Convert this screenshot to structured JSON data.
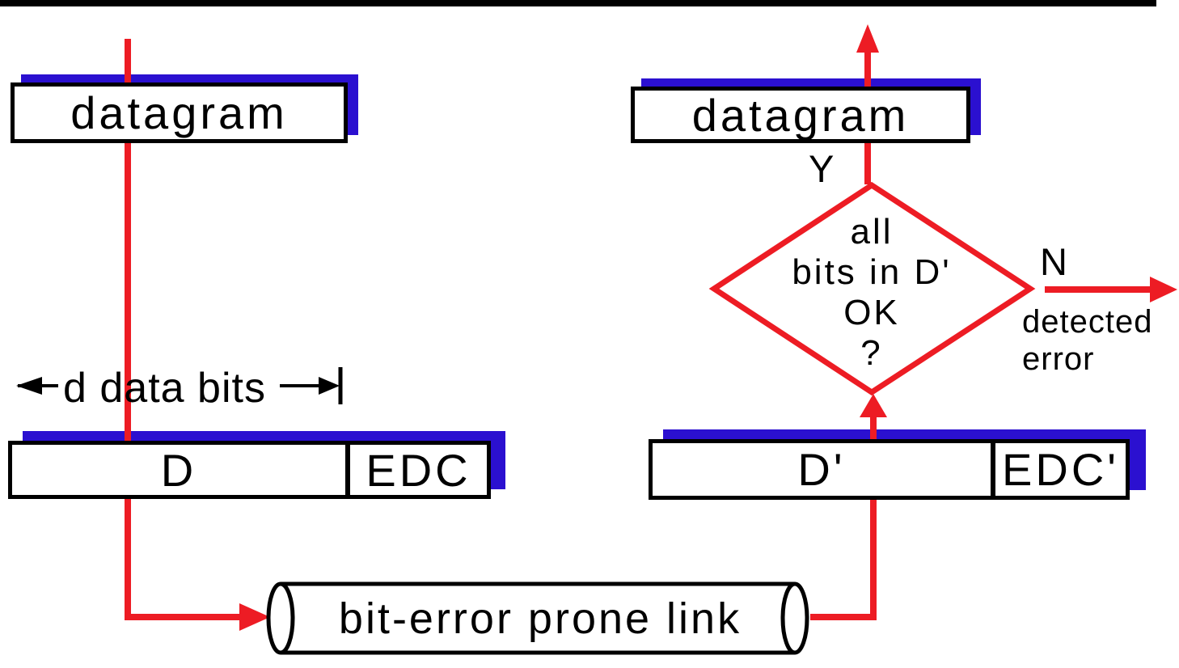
{
  "colors": {
    "red": "#ed1c24",
    "blue": "#2b10d0",
    "ink": "#000000",
    "bg": "#ffffff"
  },
  "sender": {
    "datagram_label": "datagram",
    "width_label": "d data bits",
    "data_field": "D",
    "edc_field": "EDC"
  },
  "link": {
    "label": "bit-error prone link"
  },
  "receiver": {
    "datagram_label": "datagram",
    "data_field": "D'",
    "edc_field": "EDC'",
    "decision": {
      "line1": "all",
      "line2": "bits in D'",
      "line3": "OK",
      "line4": "?"
    },
    "yes_label": "Y",
    "no_label": "N",
    "detected_label_line1": "detected",
    "detected_label_line2": "error"
  }
}
